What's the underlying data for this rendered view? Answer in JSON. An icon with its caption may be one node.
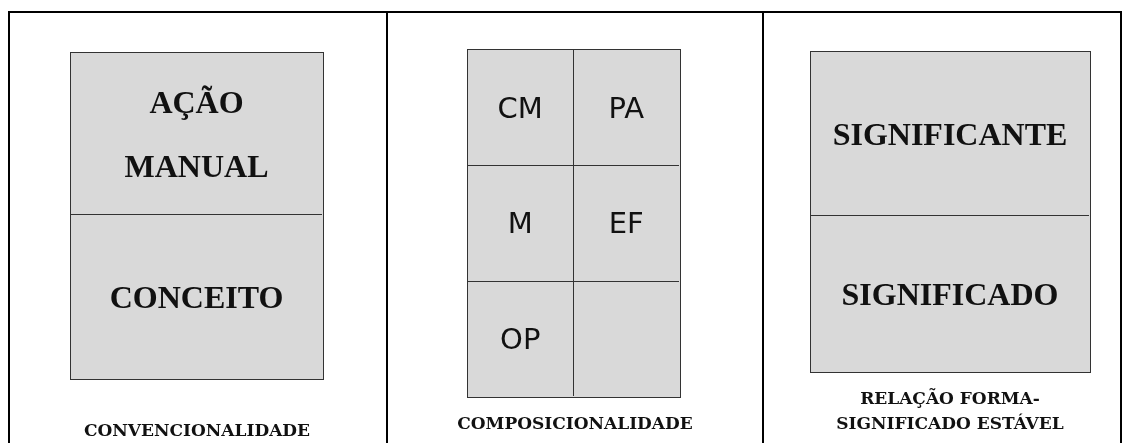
{
  "diagram": {
    "nodes": [
      {
        "text": [],
        "shape": "box",
        "beside": [
          "CONVENCIONALIDADE"
        ]
      },
      {
        "text": [
          "AÇÃO MANUAL"
        ],
        "in": 0
      },
      {
        "text": [
          "CONCEITO"
        ],
        "in": 0
      },
      {
        "text": [],
        "shape": "box",
        "beside": [
          "COMPOSICIONALIDADE"
        ]
      },
      {
        "text": [
          "CM"
        ],
        "in": 3
      },
      {
        "text": [
          "PA"
        ],
        "in": 3
      },
      {
        "text": [
          "M"
        ],
        "in": 3
      },
      {
        "text": [
          "EF"
        ],
        "in": 3
      },
      {
        "text": [
          "OP"
        ],
        "in": 3
      },
      {
        "text": [],
        "shape": "box",
        "in": 3
      },
      {
        "text": [],
        "shape": "box",
        "beside": [
          "RELAÇÃO FORMA-SIGNIFICADO ESTÁVEL"
        ]
      },
      {
        "text": [
          "SIGNIFICANTE"
        ],
        "in": 10
      },
      {
        "text": [
          "SIGNIFICADO"
        ],
        "in": 10
      }
    ]
  }
}
